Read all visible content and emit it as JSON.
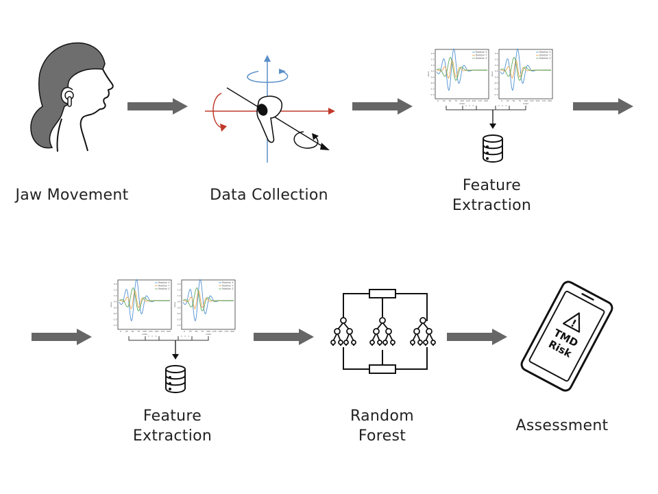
{
  "stages": [
    {
      "id": "jaw",
      "label": "Jaw Movement"
    },
    {
      "id": "data",
      "label": "Data Collection"
    },
    {
      "id": "feature_top",
      "label_lines": [
        "Feature",
        "Extraction"
      ]
    },
    {
      "id": "feature_bottom",
      "label_lines": [
        "Feature",
        "Extraction"
      ]
    },
    {
      "id": "forest",
      "label_lines": [
        "Random",
        "Forest"
      ]
    },
    {
      "id": "assessment",
      "label": "Assessment"
    }
  ],
  "phone": {
    "line1": "TMD",
    "line2": "Risk",
    "warning_symbol": "!"
  },
  "plots": {
    "legend": [
      "Rotation X",
      "Rotation Y",
      "Rotation Z"
    ],
    "ellipsis": "· · ·",
    "y_ticks": [
      "2.0",
      "1.5",
      "1.0",
      "0.5",
      "0.0",
      "-0.5",
      "-1.0",
      "-1.5"
    ],
    "x_ticks": [
      "0",
      "25",
      "50",
      "75",
      "100",
      "125",
      "150",
      "175",
      "200"
    ],
    "x_label": "index",
    "y_label": "value"
  },
  "colors": {
    "arrow": "#666666",
    "x_axis": "#c0392b",
    "y_axis": "#5b8fc7",
    "hair": "#6e6e6e",
    "series_blue": "#4c8fd0",
    "series_orange": "#e7a04a",
    "series_green": "#5aa85a"
  }
}
